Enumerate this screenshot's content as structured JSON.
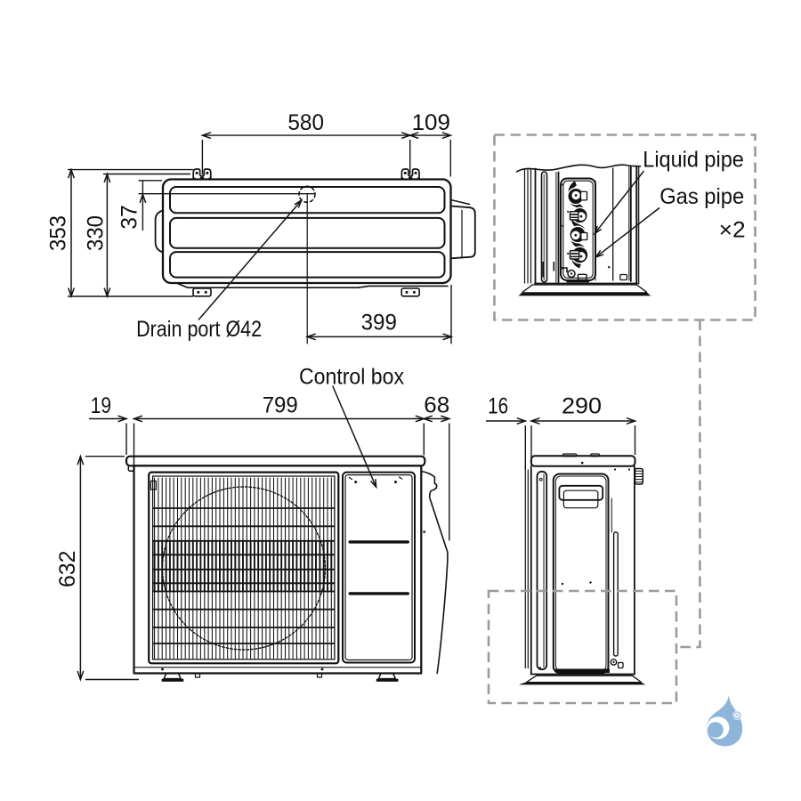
{
  "top": {
    "d580": "580",
    "d109": "109",
    "d353": "353",
    "d330": "330",
    "d37": "37",
    "d399": "399",
    "drain": "Drain port  Ø42"
  },
  "front": {
    "d19": "19",
    "d799": "799",
    "d68": "68",
    "d632": "632",
    "control": "Control box"
  },
  "side": {
    "d16": "16",
    "d290": "290"
  },
  "detail": {
    "liquid": "Liquid pipe",
    "gas": "Gas pipe",
    "qty": "×2"
  },
  "logo": {
    "registered": "®"
  },
  "colors": {
    "line": "#111111",
    "dimension": "#141414",
    "dashed": "#9b9b9b",
    "logo_blue": "#8db5d9",
    "background": "#ffffff"
  }
}
